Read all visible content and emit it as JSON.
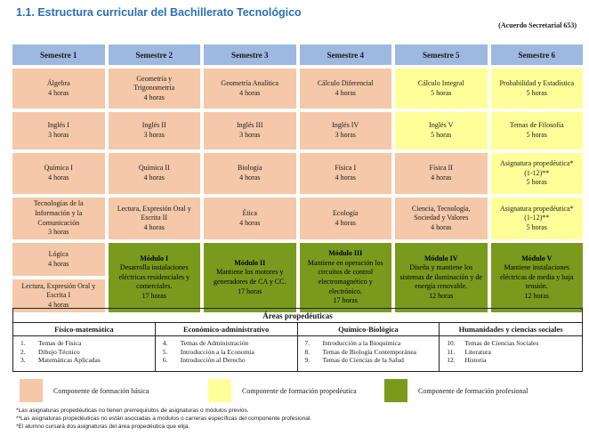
{
  "title": "1.1. Estructura curricular del Bachillerato Tecnológico",
  "agreement": "(Acuerdo Secretarial 653)",
  "semesters": [
    "Semestre 1",
    "Semestre 2",
    "Semestre 3",
    "Semestre 4",
    "Semestre 5",
    "Semestre 6"
  ],
  "rows": [
    [
      {
        "name": "Álgebra",
        "hours": "4 horas"
      },
      {
        "name": "Geometría y Trigonometría",
        "hours": "4 horas"
      },
      {
        "name": "Geometría Analítica",
        "hours": "4 horas"
      },
      {
        "name": "Cálculo Diferencial",
        "hours": "4 horas"
      },
      {
        "name": "Cálculo Integral",
        "hours": "5 horas"
      },
      {
        "name": "Probabilidad y Estadística",
        "hours": "5 horas"
      }
    ],
    [
      {
        "name": "Inglés I",
        "hours": "3 horas"
      },
      {
        "name": "Inglés II",
        "hours": "3 horas"
      },
      {
        "name": "Inglés III",
        "hours": "3 horas"
      },
      {
        "name": "Inglés IV",
        "hours": "3 horas"
      },
      {
        "name": "Inglés V",
        "hours": "5 horas"
      },
      {
        "name": "Temas de Filosofía",
        "hours": "5 horas"
      }
    ],
    [
      {
        "name": "Química I",
        "hours": "4 horas"
      },
      {
        "name": "Química II",
        "hours": "4 horas"
      },
      {
        "name": "Biología",
        "hours": "4 horas"
      },
      {
        "name": "Física I",
        "hours": "4 horas"
      },
      {
        "name": "Física II",
        "hours": "4 horas"
      },
      {
        "name": "Asignatura propedéutica* (1-12)**",
        "hours": "5 horas"
      }
    ],
    [
      {
        "name": "Tecnologías de la Información y la Comunicación",
        "hours": "3 horas"
      },
      {
        "name": "Lectura, Expresión Oral y Escrita II",
        "hours": "4 horas"
      },
      {
        "name": "Ética",
        "hours": "4 horas"
      },
      {
        "name": "Ecología",
        "hours": "4 horas"
      },
      {
        "name": "Ciencia, Tecnología, Sociedad y Valores",
        "hours": "4 horas"
      },
      {
        "name": "Asignatura propedéutica* (1-12)**",
        "hours": "5 horas"
      }
    ]
  ],
  "semester1_extra": [
    {
      "name": "Lógica",
      "hours": "4 horas"
    },
    {
      "name": "Lectura, Expresión Oral y Escrita I",
      "hours": "4 horas"
    }
  ],
  "modules": [
    {
      "title": "Módulo I",
      "desc": "Desarrolla instalaciones eléctricas residenciales y comerciales.",
      "hours": "17 horas"
    },
    {
      "title": "Módulo II",
      "desc": "Mantiene los motores y generadores de CA y CC.",
      "hours": "17 horas"
    },
    {
      "title": "Módulo III",
      "desc": "Mantiene en operación los circuitos de control electromagnético y electrónico.",
      "hours": "17 horas"
    },
    {
      "title": "Módulo IV",
      "desc": "Diseña y mantiene los sistemas de iluminación y de energía renovable.",
      "hours": "12 horas"
    },
    {
      "title": "Módulo V",
      "desc": "Mantiene instalaciones eléctricas de media y baja tensión.",
      "hours": "12 horas"
    }
  ],
  "areas": {
    "title": "Áreas propedéuticas",
    "columns": [
      {
        "name": "Físico-matemática",
        "items": [
          {
            "n": "1.",
            "t": "Temas de Física"
          },
          {
            "n": "2.",
            "t": "Dibujo Técnico"
          },
          {
            "n": "3.",
            "t": "Matemáticas Aplicadas"
          }
        ]
      },
      {
        "name": "Económico-administrativo",
        "items": [
          {
            "n": "4.",
            "t": "Temas de Administración"
          },
          {
            "n": "5.",
            "t": "Introducción a la Economía"
          },
          {
            "n": "6.",
            "t": "Introducción al Derecho"
          }
        ]
      },
      {
        "name": "Químico-Biológica",
        "items": [
          {
            "n": "7.",
            "t": "Introducción a la Bioquímica"
          },
          {
            "n": "8.",
            "t": "Temas de Biología Contemporánea"
          },
          {
            "n": "9.",
            "t": "Temas de Ciencias de la Salud"
          }
        ]
      },
      {
        "name": "Humanidades y ciencias sociales",
        "items": [
          {
            "n": "10.",
            "t": "Temas de Ciencias Sociales"
          },
          {
            "n": "11.",
            "t": "Literatura"
          },
          {
            "n": "12.",
            "t": "Historia"
          }
        ]
      }
    ]
  },
  "legend": [
    {
      "label": "Componente de formación básica",
      "color": "#f4c8a8"
    },
    {
      "label": "Componente de formación propedéutica",
      "color": "#ffff99"
    },
    {
      "label": "Componente de formación profesional",
      "color": "#7a9a1e"
    }
  ],
  "notes": [
    "*Las asignaturas propedéuticas no tienen prerrequisitos de asignaturas o módulos previos.",
    "**Las asignaturas propedéuticas no están asociadas a módulos o carreras específicas del componente profesional.",
    "*El alumno cursará dos asignaturas del área propedéutica que elija."
  ]
}
